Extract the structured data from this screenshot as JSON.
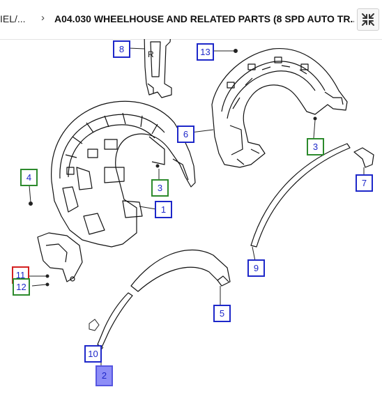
{
  "breadcrumb": {
    "previous": "IEL/...",
    "separator": "›",
    "current": "A04.030 WHEELHOUSE AND RELATED PARTS (8 SPD AUTO TR..."
  },
  "toolbar": {
    "collapse_icon": "collapse-arrows-icon"
  },
  "diagram": {
    "part_marking": "R",
    "callouts": [
      {
        "id": "8",
        "label": "8",
        "style": "blue"
      },
      {
        "id": "13",
        "label": "13",
        "style": "blue"
      },
      {
        "id": "6",
        "label": "6",
        "style": "blue"
      },
      {
        "id": "3a",
        "label": "3",
        "style": "green"
      },
      {
        "id": "3b",
        "label": "3",
        "style": "green"
      },
      {
        "id": "4",
        "label": "4",
        "style": "green"
      },
      {
        "id": "1",
        "label": "1",
        "style": "blue"
      },
      {
        "id": "7",
        "label": "7",
        "style": "blue"
      },
      {
        "id": "9",
        "label": "9",
        "style": "blue"
      },
      {
        "id": "11",
        "label": "11",
        "style": "red"
      },
      {
        "id": "12",
        "label": "12",
        "style": "green"
      },
      {
        "id": "5",
        "label": "5",
        "style": "blue"
      },
      {
        "id": "10",
        "label": "10",
        "style": "blue"
      },
      {
        "id": "2",
        "label": "2",
        "style": "selected"
      }
    ]
  },
  "colors": {
    "callout_blue": "#1d27c9",
    "callout_green": "#2c8a2c",
    "callout_red": "#d42020",
    "callout_selected_fill": "#8d8df7"
  }
}
